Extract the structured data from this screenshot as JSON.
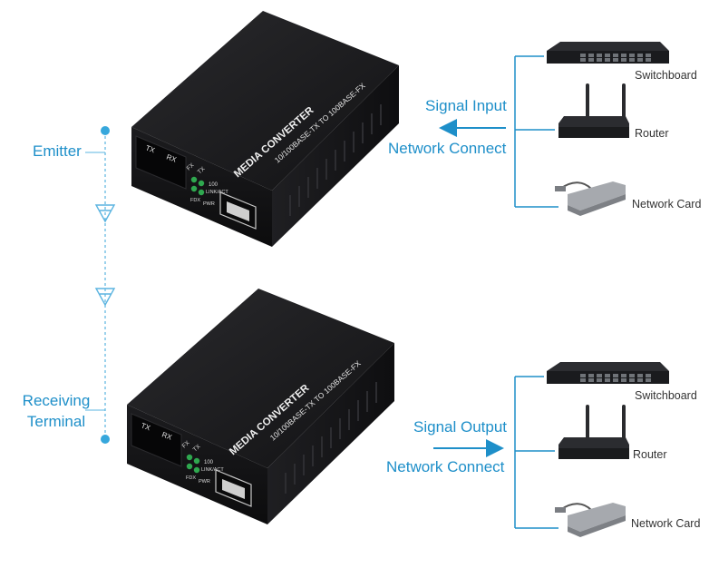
{
  "left": {
    "emitter": "Emitter",
    "receiving": "Receiving Terminal"
  },
  "top": {
    "signal": "Signal Input",
    "network": "Network Connect",
    "devices": [
      "Switchboard",
      "Router",
      "Network Card"
    ]
  },
  "bottom": {
    "signal": "Signal Output",
    "network": "Network Connect",
    "devices": [
      "Switchboard",
      "Router",
      "Network Card"
    ]
  },
  "converter": {
    "title": "MEDIA CONVERTER",
    "subtitle": "10/100BASE-TX TO 100BASE-FX",
    "tx": "TX",
    "rx": "RX",
    "leds": [
      "FX",
      "TX",
      "100",
      "LINK/ACT",
      "FDX",
      "PWR"
    ]
  },
  "colors": {
    "accent": "#1e8fc9",
    "box": "#1b1b1d",
    "led": "#2fa84f"
  }
}
